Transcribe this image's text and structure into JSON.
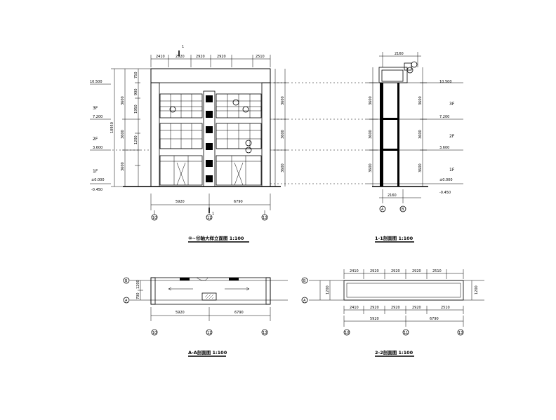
{
  "drawing": {
    "captions": {
      "elevation": "⑩~⑬轴大样立面图 1:100",
      "section_1_1": "1-1剖面图 1:100",
      "plan_a_a": "A-A剖面图 1:100",
      "plan_2_2": "2-2剖面图 1:100"
    },
    "section_mark": "1",
    "floors": [
      "3F",
      "2F",
      "1F"
    ],
    "levels": [
      "10.500",
      "7.200",
      "3.600",
      "±0.000",
      "-0.450"
    ],
    "vertical_dims": [
      "3600",
      "3600",
      "3600",
      "750",
      "900",
      "1950",
      "1200",
      "10950"
    ],
    "top_dims": [
      "2410",
      "2920",
      "2920",
      "2920",
      "2510"
    ],
    "bottom_dims": [
      "5920",
      "6790"
    ],
    "section_top_dim": "2160",
    "section_bottom_dim": "2160",
    "plan_labels": [
      "B",
      "A"
    ],
    "axis_labels": [
      "10",
      "11",
      "13"
    ],
    "plan_top_dims": [
      "2410",
      "2920",
      "2920",
      "2920",
      "2510"
    ],
    "plan_bottom_dims": [
      "5920",
      "6790"
    ],
    "plan_side_dims": [
      "1200",
      "700"
    ]
  },
  "colors": {
    "line": "#000000",
    "background": "#ffffff"
  }
}
